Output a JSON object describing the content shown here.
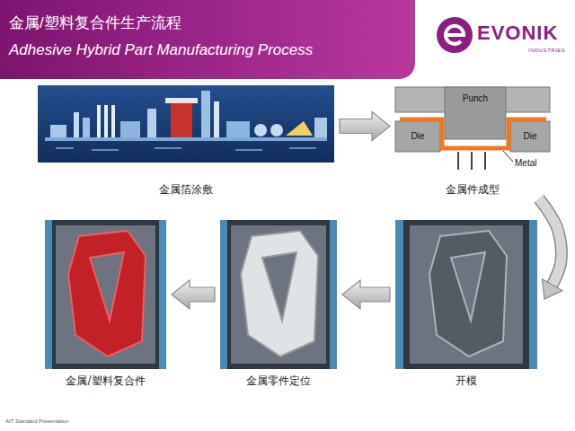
{
  "diagram": {
    "title": "金属/塑料复合件生产流程",
    "nodes": [
      {
        "text": [
          "金属箔涂敷"
        ]
      },
      {
        "text": [
          "金属件成型"
        ]
      },
      {
        "text": [
          "开模"
        ]
      },
      {
        "text": [
          "金属零件定位"
        ]
      },
      {
        "text": [
          "金属/塑料复合件"
        ]
      }
    ],
    "edges": [
      {
        "from": 0,
        "to": 1,
        "arrow": "to"
      },
      {
        "from": 1,
        "to": 2,
        "arrow": "to"
      },
      {
        "from": 2,
        "to": 3,
        "arrow": "to"
      },
      {
        "from": 3,
        "to": 4,
        "arrow": "to"
      }
    ],
    "labels": [
      "Adhesive Hybrid Part Manufacturing Process",
      "EVONIK",
      "INDUSTRIES",
      "Punch",
      "Die",
      "Die",
      "Metal",
      "AIT Standard Presentation"
    ]
  }
}
